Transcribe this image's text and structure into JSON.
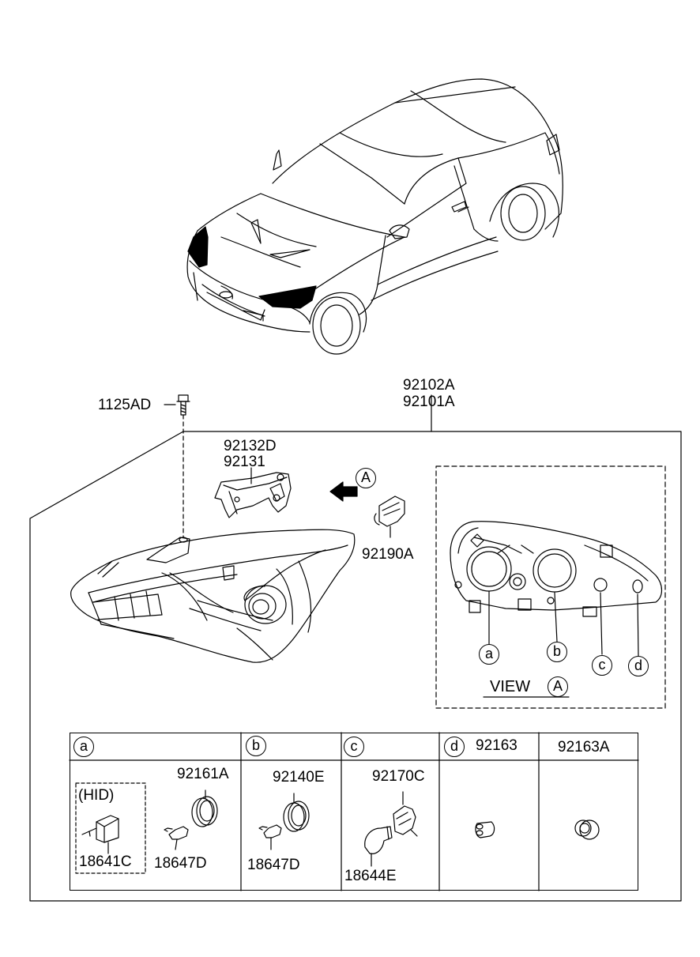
{
  "top_labels": {
    "main_assembly_1": "92102A",
    "main_assembly_2": "92101A",
    "screw": "1125AD",
    "bracket_1": "92132D",
    "bracket_2": "92131",
    "socket": "92190A"
  },
  "view": {
    "title": "VIEW",
    "marker": "A",
    "arrow_marker": "A",
    "callouts": [
      "a",
      "b",
      "c",
      "d"
    ]
  },
  "table": {
    "headers": [
      {
        "letter": "a",
        "part": ""
      },
      {
        "letter": "b",
        "part": ""
      },
      {
        "letter": "c",
        "part": ""
      },
      {
        "letter": "d",
        "part": "92163"
      },
      {
        "letter": "",
        "part": "92163A"
      }
    ],
    "cell_a": {
      "hid_label": "(HID)",
      "hid_bulb": "18641C",
      "bulb": "18647D",
      "cap": "92161A"
    },
    "cell_b": {
      "cap": "92140E",
      "bulb": "18647D"
    },
    "cell_c": {
      "socket": "92170C",
      "bulb": "18644E"
    }
  }
}
